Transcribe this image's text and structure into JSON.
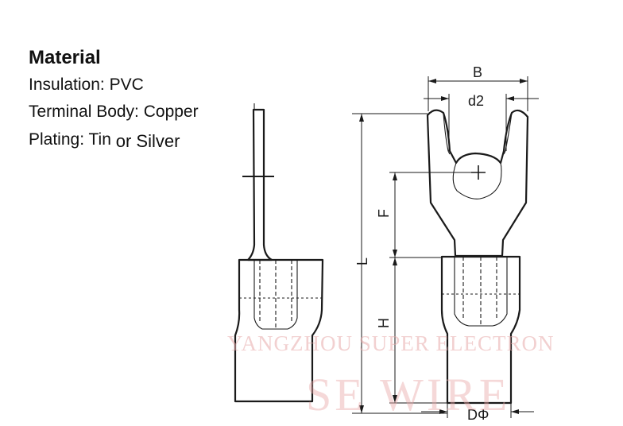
{
  "spec": {
    "title": "Material",
    "insulation": "Insulation: PVC",
    "body": "Terminal Body: Copper",
    "plating": "Plating: Tin",
    "plating_alt": "or Silver"
  },
  "dimensions": {
    "b": "B",
    "d2": "d2",
    "l": "L",
    "f": "F",
    "h": "H",
    "d": "DΦ"
  },
  "watermark": {
    "company": "YANGZHOU SUPER ELECTRON",
    "brand": "SE WIRE"
  },
  "colors": {
    "line": "#1a1a1a",
    "watermark": "#e8a9a9"
  }
}
